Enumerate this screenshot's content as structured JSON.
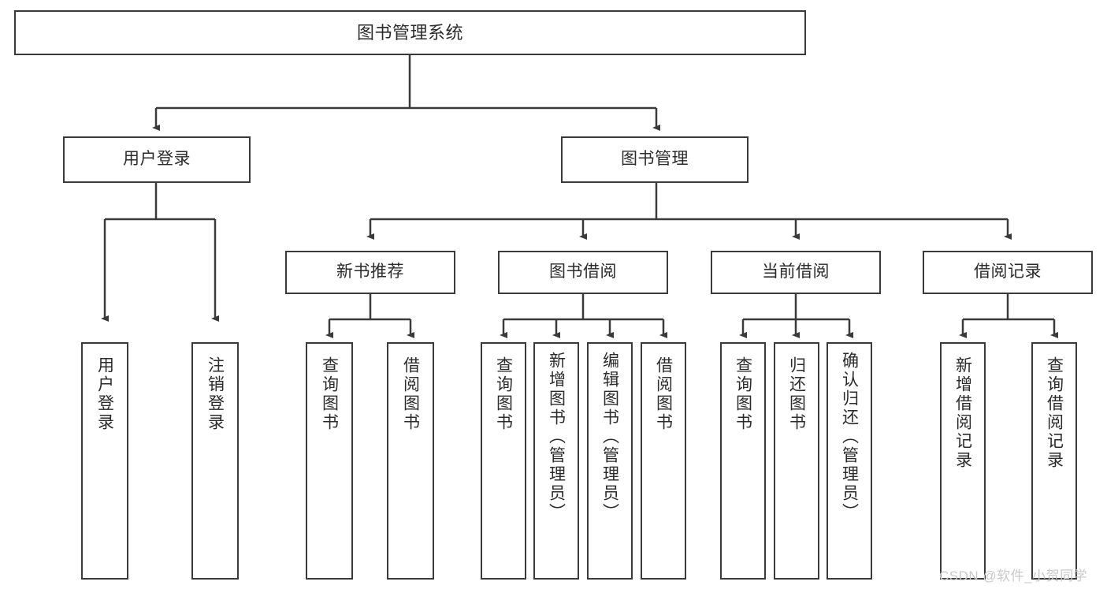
{
  "diagram": {
    "title": "图书管理系统",
    "watermark": "CSDN @软件_小贺同学",
    "colors": {
      "stroke": "#3a3a3a",
      "fill": "#ffffff",
      "text": "#2b2b2b",
      "watermark": "#c9c9c9"
    },
    "nodes": {
      "root": "图书管理系统",
      "user_login": "用户登录",
      "book_manage": "图书管理",
      "new_book_rec": "新书推荐",
      "book_borrow": "图书借阅",
      "current_borrow": "当前借阅",
      "borrow_record": "借阅记录",
      "leaf_user_login": "用户登录",
      "leaf_logout": "注销登录",
      "leaf_query_book_1": "查询图书",
      "leaf_borrow_book_1": "借阅图书",
      "leaf_query_book_2": "查询图书",
      "leaf_add_book": "新增图书（管理员）",
      "leaf_edit_book": "编辑图书（管理员）",
      "leaf_borrow_book_2": "借阅图书",
      "leaf_query_book_3": "查询图书",
      "leaf_return_book": "归还图书",
      "leaf_confirm_return": "确认归还（管理员）",
      "leaf_add_record": "新增借阅记录",
      "leaf_query_record": "查询借阅记录"
    },
    "tree": {
      "root_children": [
        "用户登录",
        "图书管理"
      ],
      "user_login_children": [
        "用户登录",
        "注销登录"
      ],
      "book_manage_children": [
        "新书推荐",
        "图书借阅",
        "当前借阅",
        "借阅记录"
      ],
      "new_book_rec_children": [
        "查询图书",
        "借阅图书"
      ],
      "book_borrow_children": [
        "查询图书",
        "新增图书（管理员）",
        "编辑图书（管理员）",
        "借阅图书"
      ],
      "current_borrow_children": [
        "查询图书",
        "归还图书",
        "确认归还（管理员）"
      ],
      "borrow_record_children": [
        "新增借阅记录",
        "查询借阅记录"
      ]
    }
  }
}
